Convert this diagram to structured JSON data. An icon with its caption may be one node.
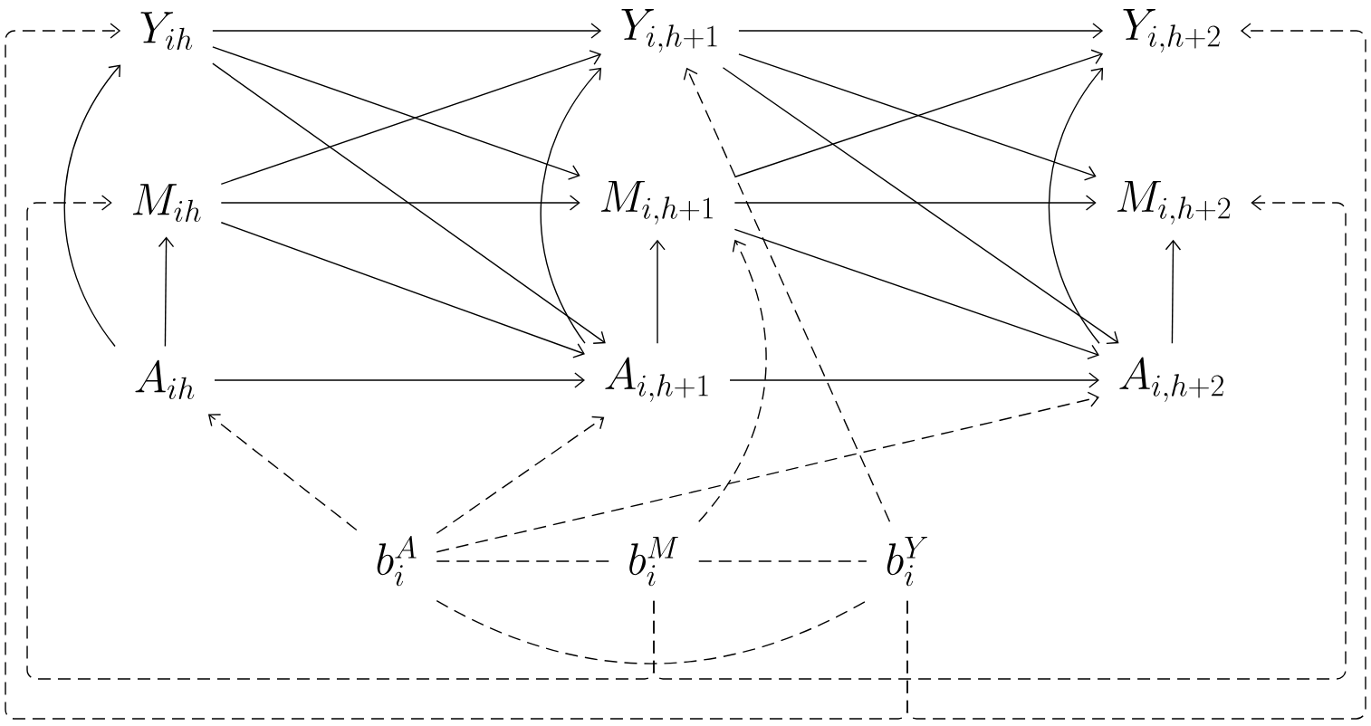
{
  "diagram": {
    "nodes": [
      {
        "text": [
          "Y_{ih}"
        ]
      },
      {
        "text": [
          "Y_{i,h+1}"
        ]
      },
      {
        "text": [
          "Y_{i,h+2}"
        ]
      },
      {
        "text": [
          "M_{ih}"
        ]
      },
      {
        "text": [
          "M_{i,h+1}"
        ]
      },
      {
        "text": [
          "M_{i,h+2}"
        ]
      },
      {
        "text": [
          "A_{ih}"
        ]
      },
      {
        "text": [
          "A_{i,h+1}"
        ]
      },
      {
        "text": [
          "A_{i,h+2}"
        ]
      },
      {
        "text": [
          "b_i^A"
        ]
      },
      {
        "text": [
          "b_i^M"
        ]
      },
      {
        "text": [
          "b_i^Y"
        ]
      }
    ],
    "edges": [
      {
        "from": 0,
        "to": 1,
        "arrow": "to"
      },
      {
        "from": 0,
        "to": 4,
        "arrow": "to"
      },
      {
        "from": 0,
        "to": 7,
        "arrow": "to"
      },
      {
        "from": 3,
        "to": 1,
        "arrow": "to"
      },
      {
        "from": 3,
        "to": 4,
        "arrow": "to"
      },
      {
        "from": 3,
        "to": 7,
        "arrow": "to"
      },
      {
        "from": 6,
        "to": 7,
        "arrow": "to"
      },
      {
        "from": 6,
        "to": 3,
        "arrow": "to"
      },
      {
        "from": 6,
        "to": 0,
        "arrow": "to"
      },
      {
        "from": 1,
        "to": 2,
        "arrow": "to"
      },
      {
        "from": 1,
        "to": 5,
        "arrow": "to"
      },
      {
        "from": 1,
        "to": 8,
        "arrow": "to"
      },
      {
        "from": 4,
        "to": 2,
        "arrow": "to"
      },
      {
        "from": 4,
        "to": 5,
        "arrow": "to"
      },
      {
        "from": 4,
        "to": 8,
        "arrow": "to"
      },
      {
        "from": 7,
        "to": 8,
        "arrow": "to"
      },
      {
        "from": 7,
        "to": 4,
        "arrow": "to"
      },
      {
        "from": 7,
        "to": 1,
        "arrow": "to"
      },
      {
        "from": 8,
        "to": 5,
        "arrow": "to"
      },
      {
        "from": 8,
        "to": 2,
        "arrow": "to"
      },
      {
        "from": 9,
        "to": 6,
        "arrow": "to",
        "style": "dashed"
      },
      {
        "from": 9,
        "to": 7,
        "arrow": "to",
        "style": "dashed"
      },
      {
        "from": 9,
        "to": 8,
        "arrow": "to",
        "style": "dashed"
      },
      {
        "from": 9,
        "to": 10,
        "arrow": "none",
        "style": "dashed"
      },
      {
        "from": 10,
        "to": 11,
        "arrow": "none",
        "style": "dashed"
      },
      {
        "from": 9,
        "to": 11,
        "arrow": "none",
        "style": "dashed"
      },
      {
        "from": 10,
        "to": 4,
        "arrow": "to",
        "style": "dashed"
      },
      {
        "from": 11,
        "to": 1,
        "arrow": "to",
        "style": "dashed"
      },
      {
        "from": 10,
        "to": 3,
        "arrow": "to",
        "style": "dashed"
      },
      {
        "from": 10,
        "to": 5,
        "arrow": "to",
        "style": "dashed"
      },
      {
        "from": 11,
        "to": 0,
        "arrow": "to",
        "style": "dashed"
      },
      {
        "from": 11,
        "to": 2,
        "arrow": "to",
        "style": "dashed"
      }
    ]
  }
}
